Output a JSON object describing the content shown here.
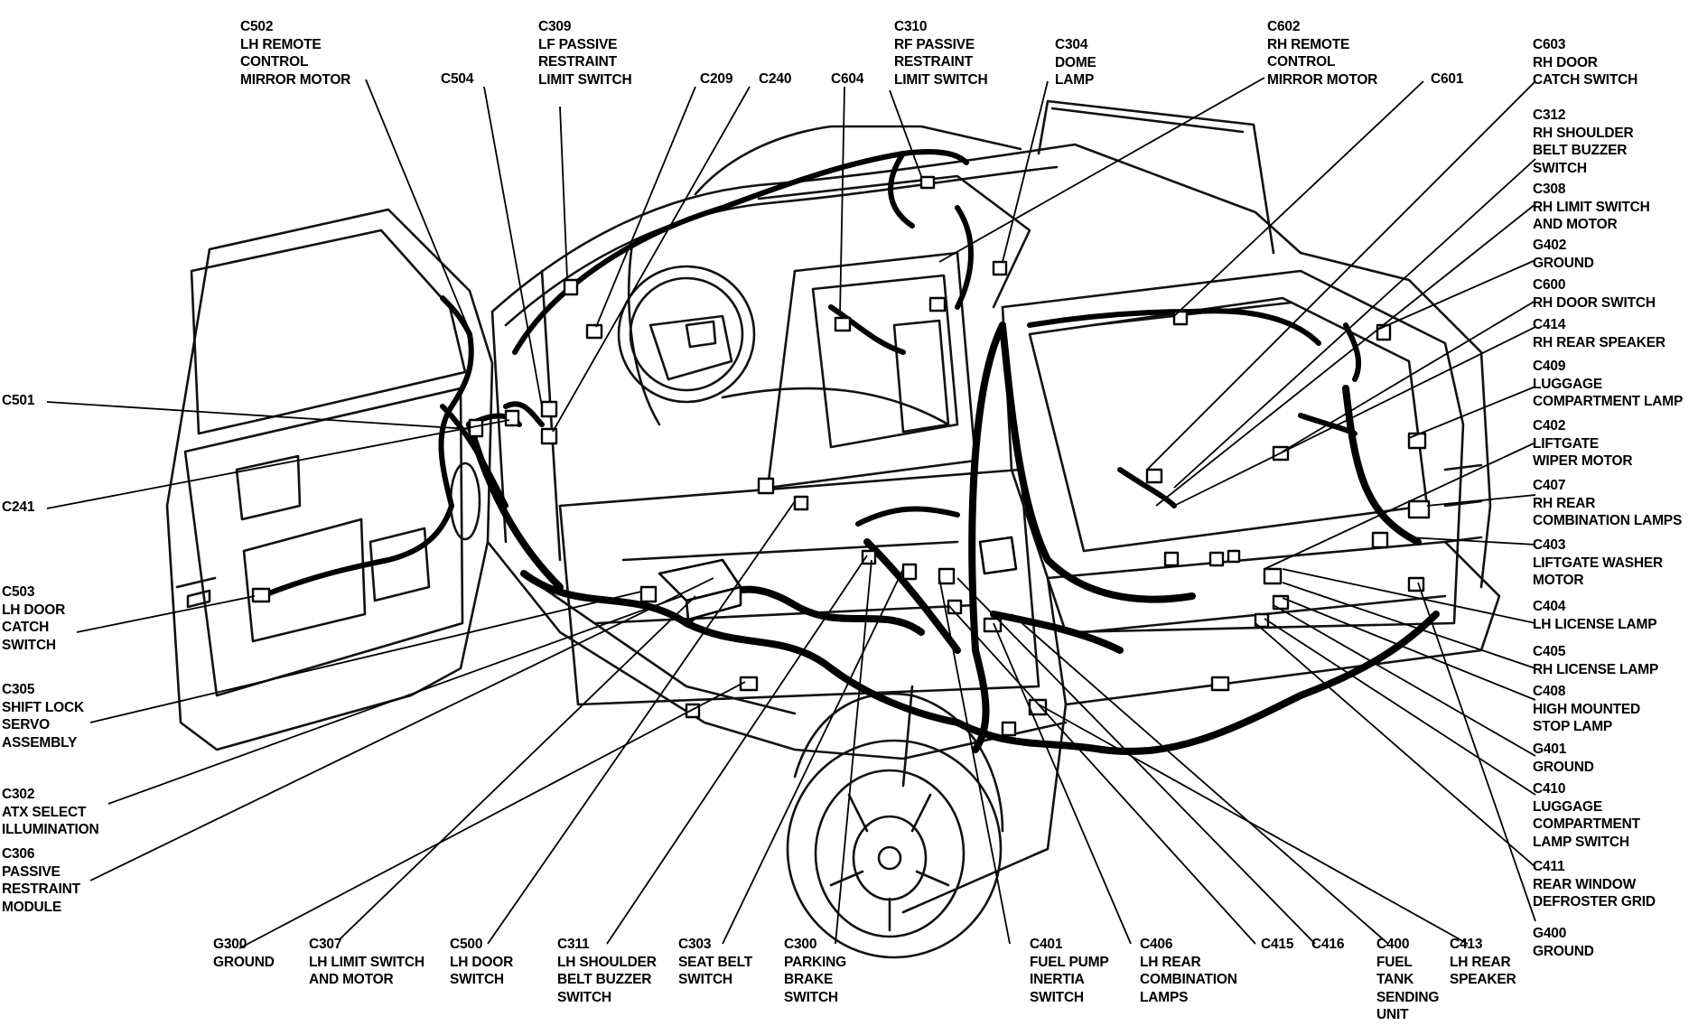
{
  "labels": [
    {
      "key": "C502",
      "lines": [
        "C502",
        "LH REMOTE",
        "CONTROL",
        "MIRROR MOTOR"
      ]
    },
    {
      "key": "C309",
      "lines": [
        "C309",
        "LF PASSIVE",
        "RESTRAINT",
        "LIMIT SWITCH"
      ]
    },
    {
      "key": "C504",
      "lines": [
        "C504"
      ]
    },
    {
      "key": "C209",
      "lines": [
        "C209"
      ]
    },
    {
      "key": "C240",
      "lines": [
        "C240"
      ]
    },
    {
      "key": "C604",
      "lines": [
        "C604"
      ]
    },
    {
      "key": "C310",
      "lines": [
        "C310",
        "RF PASSIVE",
        "RESTRAINT",
        "LIMIT SWITCH"
      ]
    },
    {
      "key": "C304",
      "lines": [
        "C304",
        "DOME",
        "LAMP"
      ]
    },
    {
      "key": "C602",
      "lines": [
        "C602",
        "RH REMOTE",
        "CONTROL",
        "MIRROR MOTOR"
      ]
    },
    {
      "key": "C601",
      "lines": [
        "C601"
      ]
    },
    {
      "key": "C603",
      "lines": [
        "C603",
        "RH DOOR",
        "CATCH SWITCH"
      ]
    },
    {
      "key": "C312",
      "lines": [
        "C312",
        "RH SHOULDER",
        "BELT BUZZER",
        "SWITCH"
      ]
    },
    {
      "key": "C308",
      "lines": [
        "C308",
        "RH LIMIT SWITCH",
        "AND MOTOR"
      ]
    },
    {
      "key": "G402",
      "lines": [
        "G402",
        "GROUND"
      ]
    },
    {
      "key": "C600",
      "lines": [
        "C600",
        "RH DOOR SWITCH"
      ]
    },
    {
      "key": "C414",
      "lines": [
        "C414",
        "RH REAR SPEAKER"
      ]
    },
    {
      "key": "C409",
      "lines": [
        "C409",
        "LUGGAGE",
        "COMPARTMENT LAMP"
      ]
    },
    {
      "key": "C402",
      "lines": [
        "C402",
        "LIFTGATE",
        "WIPER MOTOR"
      ]
    },
    {
      "key": "C407",
      "lines": [
        "C407",
        "RH REAR",
        "COMBINATION LAMPS"
      ]
    },
    {
      "key": "C403",
      "lines": [
        "C403",
        "LIFTGATE WASHER",
        "MOTOR"
      ]
    },
    {
      "key": "C404",
      "lines": [
        "C404",
        "LH LICENSE LAMP"
      ]
    },
    {
      "key": "C405",
      "lines": [
        "C405",
        "RH LICENSE LAMP"
      ]
    },
    {
      "key": "C408",
      "lines": [
        "C408",
        "HIGH MOUNTED",
        "STOP LAMP"
      ]
    },
    {
      "key": "G401",
      "lines": [
        "G401",
        "GROUND"
      ]
    },
    {
      "key": "C410",
      "lines": [
        "C410",
        "LUGGAGE",
        "COMPARTMENT",
        "LAMP SWITCH"
      ]
    },
    {
      "key": "C411",
      "lines": [
        "C411",
        "REAR WINDOW",
        "DEFROSTER GRID"
      ]
    },
    {
      "key": "G400",
      "lines": [
        "G400",
        "GROUND"
      ]
    },
    {
      "key": "C501",
      "lines": [
        "C501"
      ]
    },
    {
      "key": "C241",
      "lines": [
        "C241"
      ]
    },
    {
      "key": "C503",
      "lines": [
        "C503",
        "LH DOOR",
        "CATCH",
        "SWITCH"
      ]
    },
    {
      "key": "C305",
      "lines": [
        "C305",
        "SHIFT LOCK",
        "SERVO",
        "ASSEMBLY"
      ]
    },
    {
      "key": "C302",
      "lines": [
        "C302",
        "ATX SELECT",
        "ILLUMINATION"
      ]
    },
    {
      "key": "C306",
      "lines": [
        "C306",
        "PASSIVE",
        "RESTRAINT",
        "MODULE"
      ]
    },
    {
      "key": "G300",
      "lines": [
        "G300",
        "GROUND"
      ]
    },
    {
      "key": "C307",
      "lines": [
        "C307",
        "LH LIMIT SWITCH",
        "AND MOTOR"
      ]
    },
    {
      "key": "C500",
      "lines": [
        "C500",
        "LH DOOR",
        "SWITCH"
      ]
    },
    {
      "key": "C311",
      "lines": [
        "C311",
        "LH SHOULDER",
        "BELT BUZZER",
        "SWITCH"
      ]
    },
    {
      "key": "C303",
      "lines": [
        "C303",
        "SEAT BELT",
        "SWITCH"
      ]
    },
    {
      "key": "C300",
      "lines": [
        "C300",
        "PARKING",
        "BRAKE",
        "SWITCH"
      ]
    },
    {
      "key": "C401",
      "lines": [
        "C401",
        "FUEL PUMP",
        "INERTIA",
        "SWITCH"
      ]
    },
    {
      "key": "C406",
      "lines": [
        "C406",
        "LH REAR",
        "COMBINATION",
        "LAMPS"
      ]
    },
    {
      "key": "C415",
      "lines": [
        "C415"
      ]
    },
    {
      "key": "C416",
      "lines": [
        "C416"
      ]
    },
    {
      "key": "C400",
      "lines": [
        "C400",
        "FUEL",
        "TANK",
        "SENDING",
        "UNIT"
      ]
    },
    {
      "key": "C413",
      "lines": [
        "C413",
        "LH REAR",
        "SPEAKER"
      ]
    }
  ]
}
